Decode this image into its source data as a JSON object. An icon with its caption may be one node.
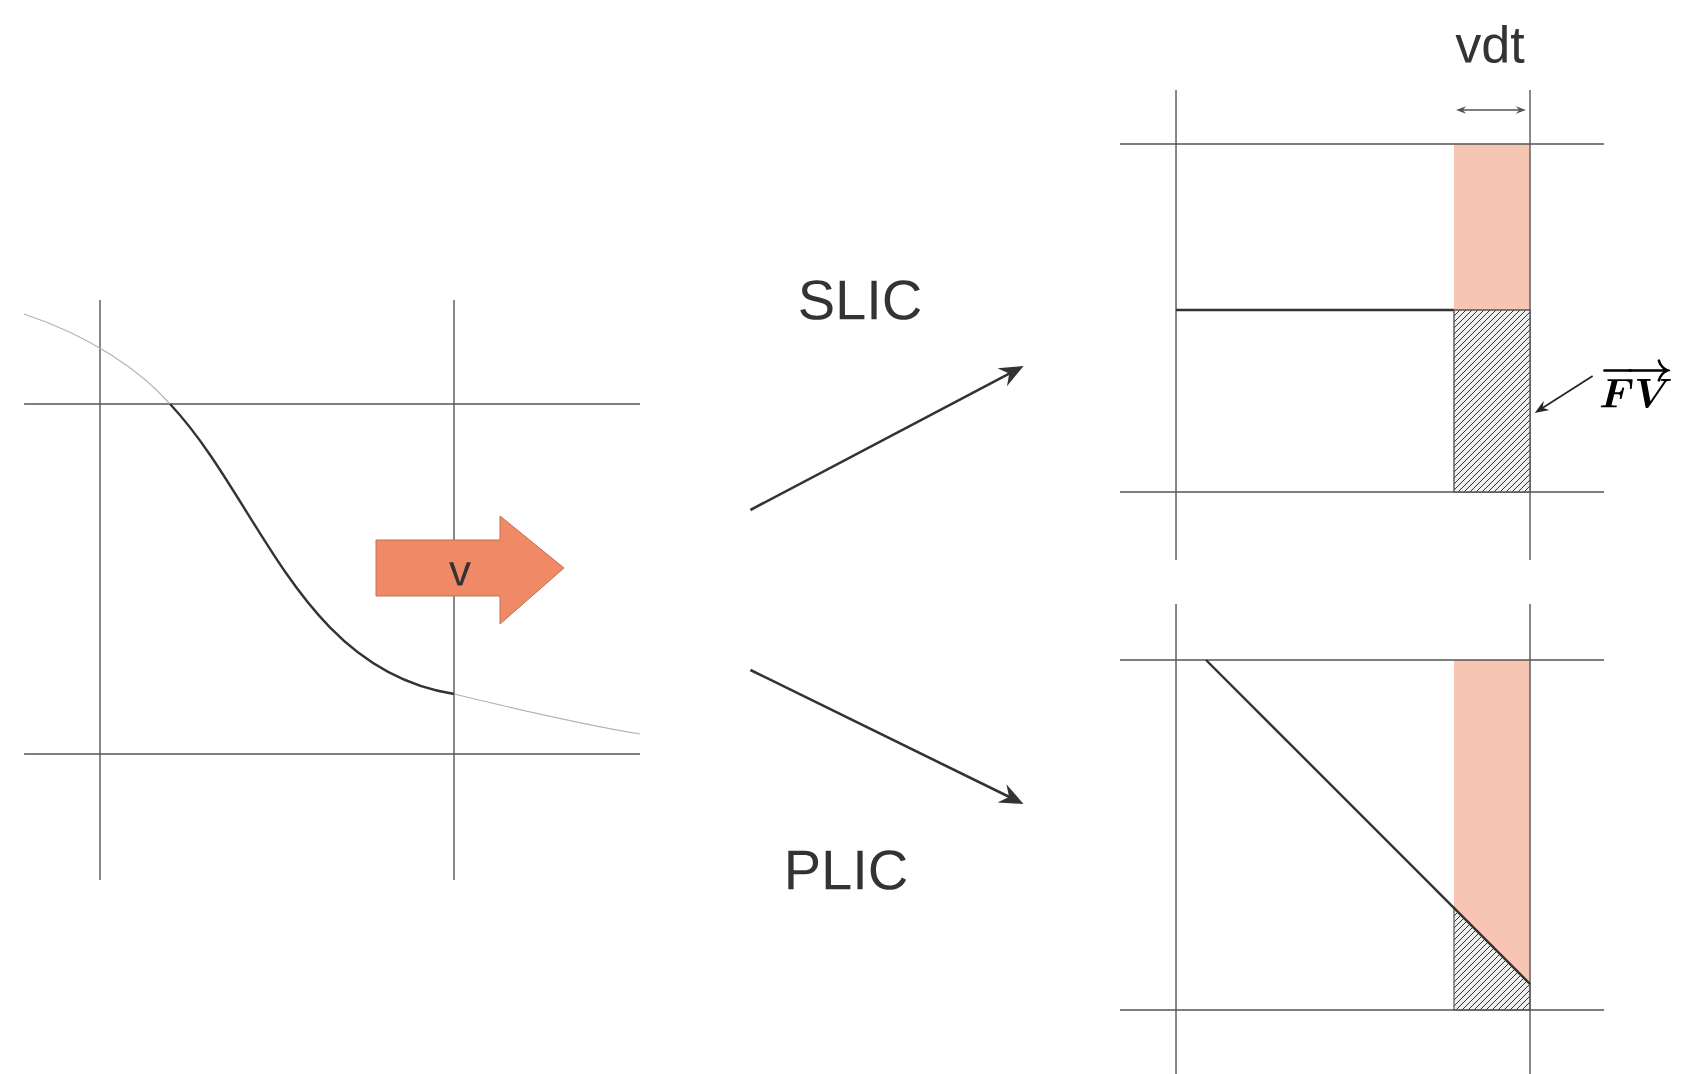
{
  "diagram": {
    "nodes": [
      {
        "text": [],
        "shape": "picture"
      },
      {
        "text": [],
        "shape": "picture"
      },
      {
        "text": [],
        "shape": "box",
        "in": 1
      },
      {
        "text": [
          "\\overrightarrow{FV}"
        ]
      },
      {
        "text": [],
        "shape": "picture"
      }
    ],
    "edges": [
      {
        "from": 0,
        "to": 1,
        "arrow": "to",
        "label": "SLIC"
      },
      {
        "from": 0,
        "to": 4,
        "arrow": "to",
        "label": "PLIC"
      },
      {
        "from": 3,
        "to": 2,
        "arrow": "to"
      }
    ],
    "labels": [
      "v",
      "vdt"
    ]
  }
}
